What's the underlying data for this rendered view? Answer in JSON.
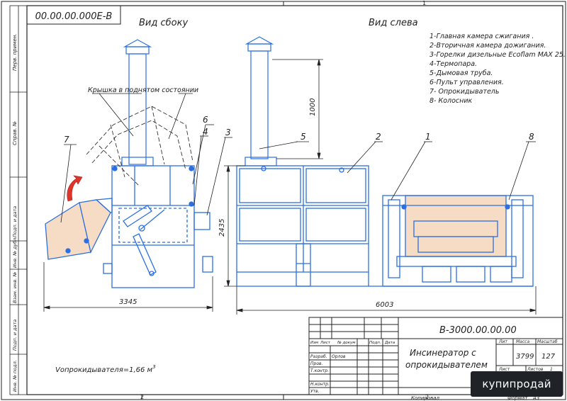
{
  "drawing": {
    "code": "В-3000.00.00.00",
    "code_mirrored": "00.00.00.000Е-В",
    "view_side": "Вид сбоку",
    "view_left": "Вид слева",
    "lid_note": "Крышка в поднятом состоянии",
    "volume_note": "Vопрокидывателя=1,66 м",
    "volume_sup": "3",
    "grid_top": "1",
    "grid_bottom": "2",
    "grid_bottom_mid": "2"
  },
  "legend": [
    "1-Главная камера сжигания .",
    "2-Вторичная камера дожигания.",
    "3-Горелки дизельные Ecoflam MAX 25.",
    "4-Термопара.",
    "5-Дымовая труба.",
    "6-Пульт управления.",
    "7- Опрокидыватель",
    "8- Колосник"
  ],
  "callouts": [
    "7",
    "6",
    "4",
    "3",
    "5",
    "2",
    "1",
    "8"
  ],
  "dimensions": {
    "width_side": "3345",
    "height": "2435",
    "chimney": "1000",
    "width_left": "6003"
  },
  "side_labels": [
    "Перв. примен.",
    "Справ. №",
    "Подп. и дата",
    "Инв. № дубл.",
    "Взам. инв. №",
    "Подп. и дата",
    "Инв. № подл."
  ],
  "title_block": {
    "code": "В-3000.00.00.00",
    "name_line1": "Инсинератор с",
    "name_line2": "опрокидывателем",
    "col_lit": "Лит",
    "col_mass": "Масса",
    "col_scale": "Масштаб",
    "mass": "3799",
    "scale": "127",
    "sheet": "Лист",
    "sheets": "Листов",
    "sheets_num": "1",
    "hdr_change": "Изм",
    "hdr_sheet": "Лист",
    "hdr_doc": "№ докум",
    "hdr_sign": "Подп.",
    "hdr_date": "Дата",
    "role_dev": "Разраб.",
    "dev_name": "Орлов",
    "role_check": "Пров.",
    "role_tcontrol": "Т.контр.",
    "role_ncontrol": "Н.контр.",
    "role_approve": "Утв.",
    "copied": "Копировал",
    "format_label": "Формат",
    "format_value": "А3"
  },
  "watermark": "купипродай"
}
